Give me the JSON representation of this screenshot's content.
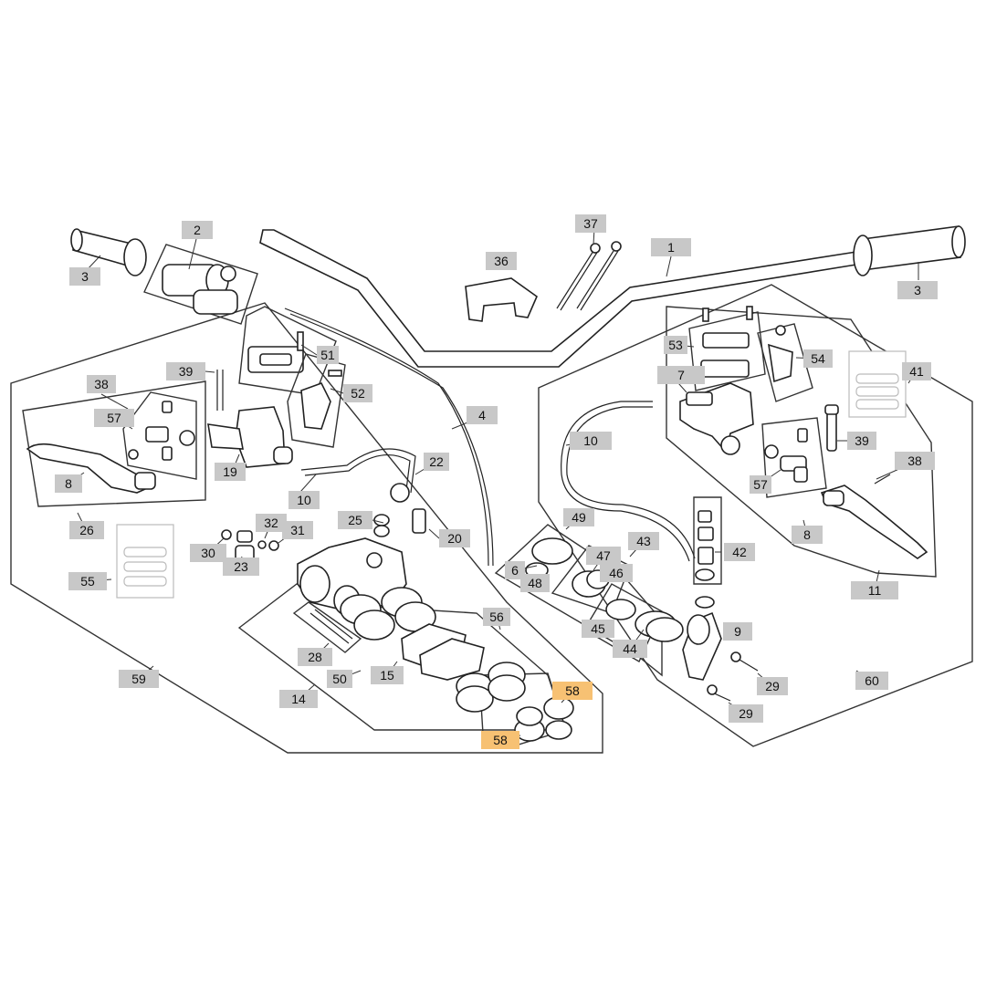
{
  "diagram": {
    "highlight_color": "#f7c173",
    "label_color": "#c8c8c8",
    "labels": [
      {
        "id": "c2",
        "text": "2"
      },
      {
        "id": "c3a",
        "text": "3"
      },
      {
        "id": "c37",
        "text": "37"
      },
      {
        "id": "c36",
        "text": "36"
      },
      {
        "id": "c1",
        "text": "1"
      },
      {
        "id": "c3b",
        "text": "3"
      },
      {
        "id": "c51",
        "text": "51"
      },
      {
        "id": "c53",
        "text": "53"
      },
      {
        "id": "c54",
        "text": "54"
      },
      {
        "id": "c39a",
        "text": "39"
      },
      {
        "id": "c7",
        "text": "7"
      },
      {
        "id": "c41",
        "text": "41"
      },
      {
        "id": "c38a",
        "text": "38"
      },
      {
        "id": "c52",
        "text": "52"
      },
      {
        "id": "c4",
        "text": "4"
      },
      {
        "id": "c57a",
        "text": "57"
      },
      {
        "id": "c10a",
        "text": "10"
      },
      {
        "id": "c39b",
        "text": "39"
      },
      {
        "id": "c22",
        "text": "22"
      },
      {
        "id": "c19",
        "text": "19"
      },
      {
        "id": "c38b",
        "text": "38"
      },
      {
        "id": "c8a",
        "text": "8"
      },
      {
        "id": "c57b",
        "text": "57"
      },
      {
        "id": "c10b",
        "text": "10"
      },
      {
        "id": "c49",
        "text": "49"
      },
      {
        "id": "c26",
        "text": "26"
      },
      {
        "id": "c25",
        "text": "25"
      },
      {
        "id": "c32",
        "text": "32"
      },
      {
        "id": "c31",
        "text": "31"
      },
      {
        "id": "c20",
        "text": "20"
      },
      {
        "id": "c8b",
        "text": "8"
      },
      {
        "id": "c43",
        "text": "43"
      },
      {
        "id": "c30",
        "text": "30"
      },
      {
        "id": "c47",
        "text": "47"
      },
      {
        "id": "c42",
        "text": "42"
      },
      {
        "id": "c23",
        "text": "23"
      },
      {
        "id": "c6",
        "text": "6"
      },
      {
        "id": "c46",
        "text": "46"
      },
      {
        "id": "c55",
        "text": "55"
      },
      {
        "id": "c48",
        "text": "48"
      },
      {
        "id": "c11",
        "text": "11"
      },
      {
        "id": "c56",
        "text": "56"
      },
      {
        "id": "c45",
        "text": "45"
      },
      {
        "id": "c9",
        "text": "9"
      },
      {
        "id": "c28",
        "text": "28"
      },
      {
        "id": "c44",
        "text": "44"
      },
      {
        "id": "c15",
        "text": "15"
      },
      {
        "id": "c59",
        "text": "59"
      },
      {
        "id": "c50",
        "text": "50"
      },
      {
        "id": "c60",
        "text": "60"
      },
      {
        "id": "c29a",
        "text": "29"
      },
      {
        "id": "c58a",
        "text": "58",
        "highlighted": true
      },
      {
        "id": "c14",
        "text": "14"
      },
      {
        "id": "c29b",
        "text": "29"
      },
      {
        "id": "c58b",
        "text": "58",
        "highlighted": true
      }
    ]
  }
}
